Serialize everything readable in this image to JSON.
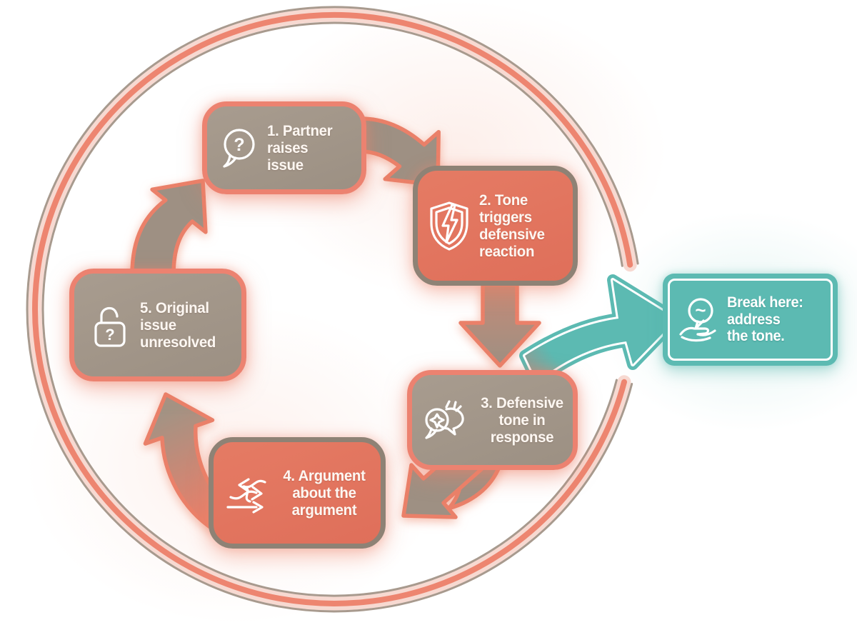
{
  "diagram": {
    "type": "cycle",
    "description_visible": false,
    "steps": [
      {
        "id": 1,
        "label": "1. Partner raises issue",
        "icon": "question-bubble-icon",
        "variant": "gray",
        "glyph": "?"
      },
      {
        "id": 2,
        "label": "2. Tone triggers defensive reaction",
        "icon": "shield-lightning-icon",
        "variant": "salmon"
      },
      {
        "id": 3,
        "label": "3. Defensive tone in response",
        "icon": "angry-chat-icon",
        "variant": "gray"
      },
      {
        "id": 4,
        "label": "4. Argument about the argument",
        "icon": "tangled-arrows-icon",
        "variant": "salmon"
      },
      {
        "id": 5,
        "label": "5. Original issue unresolved",
        "icon": "open-padlock-icon",
        "variant": "gray",
        "glyph": "?"
      }
    ],
    "breakout": {
      "label": "Break here: address the tone.",
      "icon": "hand-holding-bubble-icon",
      "glyph": "~"
    },
    "colors": {
      "salmon_accent": "#ec8270",
      "salmon_fill": "#e2745f",
      "taupe_fill": "#a29689",
      "taupe_border": "#8e8275",
      "teal": "#5cbab2",
      "ring_edge": "#a89a8e",
      "ring_band": "#f7d9d1",
      "ring_stripe": "#ed8570",
      "text": "#ffffff"
    }
  }
}
